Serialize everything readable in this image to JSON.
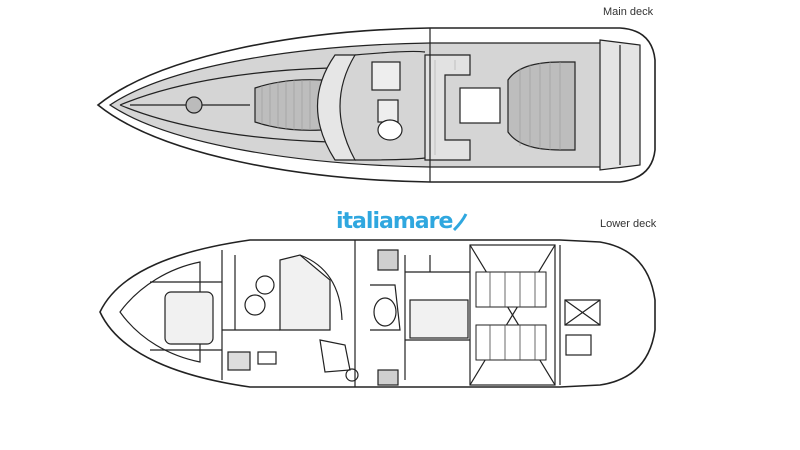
{
  "labels": {
    "main_deck": "Main deck",
    "lower_deck": "Lower deck"
  },
  "watermark": {
    "text": "italiamare"
  },
  "colors": {
    "line": "#222222",
    "deck_fill": "#c9c9c9",
    "watermark": "#2fa7df"
  }
}
